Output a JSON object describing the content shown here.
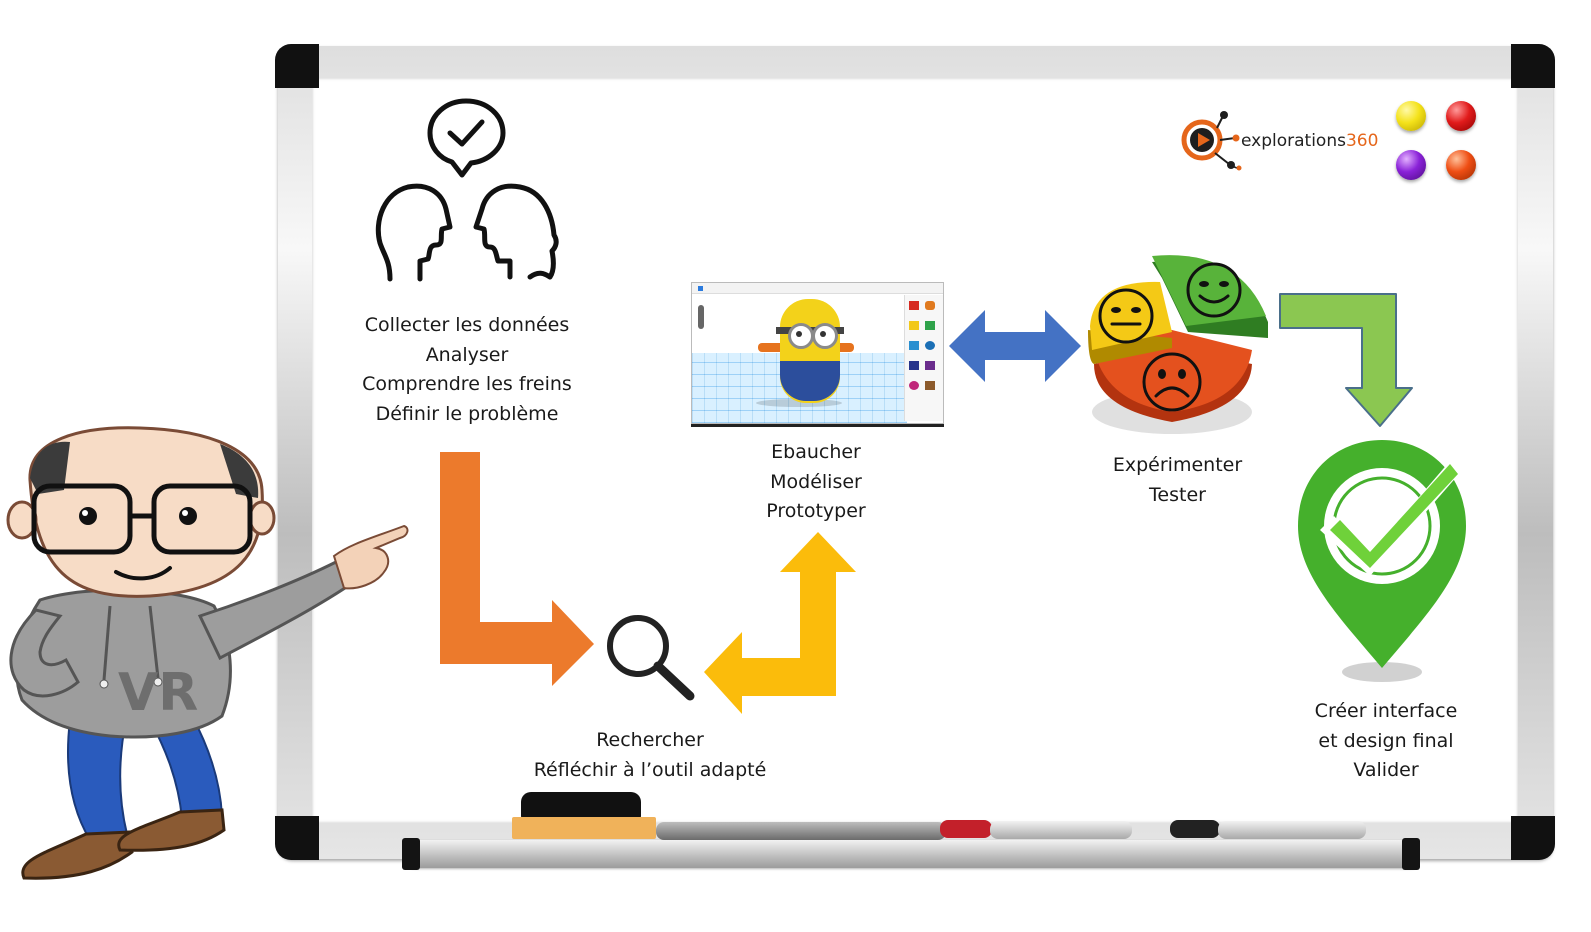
{
  "brand": {
    "name_main": "explorations",
    "name_accent": "360",
    "accent_color": "#e5661b"
  },
  "magnets": [
    {
      "color": "#f4e21a",
      "icon": "yellow-magnet"
    },
    {
      "color": "#e11b1b",
      "icon": "red-magnet"
    },
    {
      "color": "#8a22d8",
      "icon": "purple-magnet"
    },
    {
      "color": "#ef4e14",
      "icon": "orange-magnet"
    }
  ],
  "steps": [
    {
      "id": "collect",
      "icon": "people-discussion-icon",
      "lines": [
        "Collecter les données",
        "Analyser",
        "Comprendre les freins",
        "Définir le problème"
      ]
    },
    {
      "id": "research",
      "icon": "magnifier-icon",
      "lines": [
        "Rechercher",
        "Réfléchir à l’outil adapté"
      ]
    },
    {
      "id": "prototype",
      "icon": "3d-modeling-screenshot",
      "lines": [
        "Ebaucher",
        "Modéliser",
        "Prototyper"
      ]
    },
    {
      "id": "test",
      "icon": "satisfaction-pie-icon",
      "lines": [
        "Expérimenter",
        "Tester"
      ]
    },
    {
      "id": "validate",
      "icon": "check-location-pin-icon",
      "lines": [
        "Créer interface",
        "et design final",
        "Valider"
      ]
    }
  ],
  "character": {
    "hoodie_text": "VR"
  },
  "colors": {
    "arrow_orange": "#ec7a2c",
    "arrow_yellow": "#fbbc0b",
    "arrow_blue": "#4472c4",
    "arrow_green": "#8bc751",
    "check_green": "#45b02c"
  }
}
